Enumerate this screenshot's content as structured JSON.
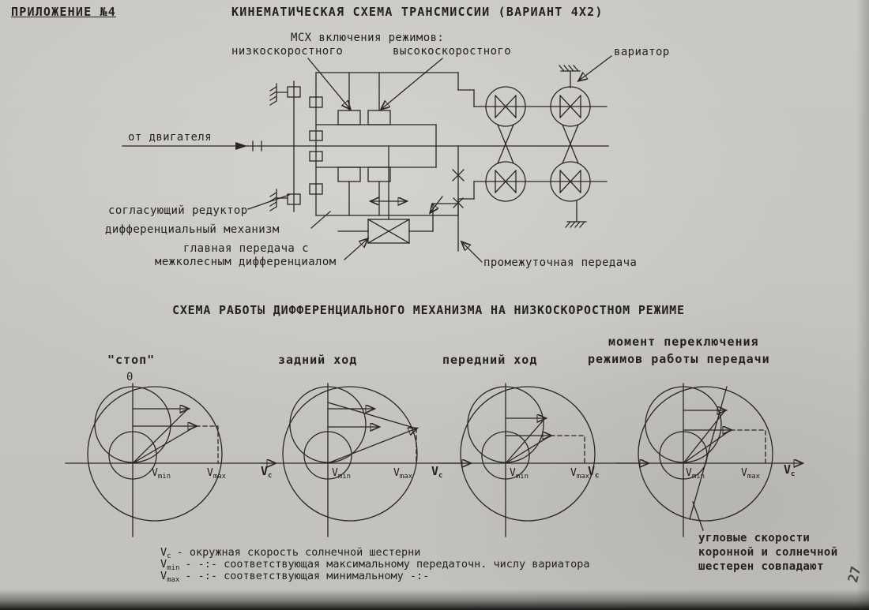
{
  "page": {
    "appendix": "ПРИЛОЖЕНИЕ №4",
    "title": "КИНЕМАТИЧЕСКАЯ СХЕМА ТРАНСМИССИИ (ВАРИАНТ 4Х2)",
    "page_number": "27",
    "paper_color": "#c9c8c3",
    "ink_color": "#2a2723"
  },
  "schematic": {
    "labels": {
      "msx_header": "МСХ включения режимов:",
      "low_speed": "низкоскоростного",
      "high_speed": "высокоскоростного",
      "variator": "вариатор",
      "from_engine": "от двигателя",
      "matching_reducer": "согласующий редуктор",
      "differential": "дифференциальный механизм",
      "main_gear_line1": "главная передача с",
      "main_gear_line2": "межколесным дифференциалом",
      "intermediate": "промежуточная передача"
    }
  },
  "section": {
    "title": "СХЕМА РАБОТЫ ДИФФЕРЕНЦИАЛЬНОГО МЕХАНИЗМА НА НИЗКОСКОРОСТНОМ РЕЖИМЕ"
  },
  "diagrams": {
    "d1": {
      "caption": "\"стоп\"",
      "zero": "0"
    },
    "d2": {
      "caption": "задний ход"
    },
    "d3": {
      "caption": "передний ход"
    },
    "d4": {
      "caption_line1": "момент переключения",
      "caption_line2": "режимов работы передачи"
    },
    "labels": {
      "v": "V",
      "min": "min",
      "max": "max",
      "c": "c"
    }
  },
  "legend": {
    "items": [
      {
        "sym": "V",
        "sub": "c",
        "text": "- окружная скорость солнечной шестерни"
      },
      {
        "sym": "V",
        "sub": "min",
        "text": "- -:- соответствующая максимальному передаточн. числу вариатора"
      },
      {
        "sym": "V",
        "sub": "max",
        "text": "- -:- соответствующая минимальному  -:-"
      }
    ]
  },
  "annotation": {
    "line1": "угловые скорости",
    "line2": "коронной и солнечной",
    "line3": "шестерен совпадают"
  }
}
